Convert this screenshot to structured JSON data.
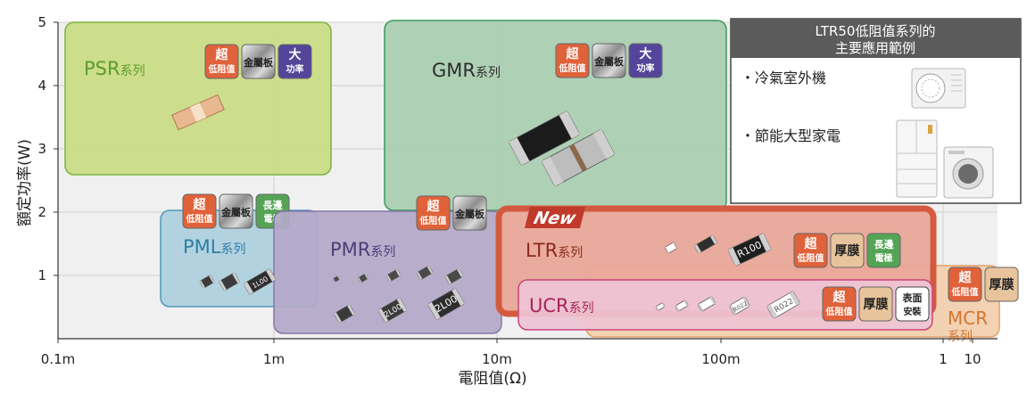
{
  "chart_data": {
    "type": "other",
    "x_axis": {
      "label": "電阻值(Ω)",
      "scale": "log",
      "ticks": [
        "0.1m",
        "1m",
        "10m",
        "100m",
        "1",
        "10"
      ]
    },
    "y_axis": {
      "label": "額定功率(W)",
      "ticks": [
        "1",
        "2",
        "3",
        "4",
        "5"
      ],
      "range": [
        0,
        5
      ]
    },
    "grid": true,
    "zones": [
      {
        "id": "psr",
        "name": "PSR",
        "suffix": "系列",
        "fill": "#c9dc84",
        "stroke": "#7cb342",
        "text_color": "#5d9c2c",
        "badges": [
          {
            "lines": [
              "超",
              "低阻值"
            ],
            "color": "#e0623a"
          },
          {
            "lines": [
              "金屬板"
            ],
            "color": "metal"
          },
          {
            "lines": [
              "大",
              "功率"
            ],
            "color": "#54459a"
          }
        ]
      },
      {
        "id": "gmr",
        "name": "GMR",
        "suffix": "系列",
        "fill": "#a9cdb0",
        "stroke": "#3a9a5a",
        "text_color": "#2d2d2d",
        "badges": [
          {
            "lines": [
              "超",
              "低阻值"
            ],
            "color": "#e0623a"
          },
          {
            "lines": [
              "金屬板"
            ],
            "color": "metal"
          },
          {
            "lines": [
              "大",
              "功率"
            ],
            "color": "#54459a"
          }
        ]
      },
      {
        "id": "pml",
        "name": "PML",
        "suffix": "系列",
        "fill": "#aed0de",
        "stroke": "#4f98b9",
        "text_color": "#2c7fa8",
        "badges": [
          {
            "lines": [
              "超",
              "低阻值"
            ],
            "color": "#e0623a"
          },
          {
            "lines": [
              "金屬板"
            ],
            "color": "metal"
          },
          {
            "lines": [
              "長邊",
              "電極"
            ],
            "color": "#55a455"
          }
        ]
      },
      {
        "id": "pmr",
        "name": "PMR",
        "suffix": "系列",
        "fill": "#b4a9c8",
        "stroke": "#8676aa",
        "text_color": "#4b3e77",
        "badges": [
          {
            "lines": [
              "超",
              "低阻值"
            ],
            "color": "#e0623a"
          },
          {
            "lines": [
              "金屬板"
            ],
            "color": "metal"
          }
        ]
      },
      {
        "id": "ltr",
        "name": "LTR",
        "suffix": "系列",
        "fill": "#e8a698",
        "stroke": "#d45a3f",
        "text_color": "#8a2a1a",
        "new_label": "New",
        "badges": [
          {
            "lines": [
              "超",
              "低阻值"
            ],
            "color": "#e0623a"
          },
          {
            "lines": [
              "厚膜"
            ],
            "color": "#e8c49c"
          },
          {
            "lines": [
              "長邊",
              "電極"
            ],
            "color": "#55a455"
          }
        ],
        "chip_labels": [
          "R100"
        ]
      },
      {
        "id": "ucr",
        "name": "UCR",
        "suffix": "系列",
        "fill": "#eec4d4",
        "stroke": "#c9457a",
        "text_color": "#a8245a",
        "badges": [
          {
            "lines": [
              "超",
              "低阻值"
            ],
            "color": "#e0623a"
          },
          {
            "lines": [
              "厚膜"
            ],
            "color": "#e8c49c"
          },
          {
            "lines": [
              "表面",
              "安裝"
            ],
            "color": "#ffffff"
          }
        ],
        "chip_labels": [
          "R022",
          "R022"
        ]
      },
      {
        "id": "mcr",
        "name": "MCR",
        "suffix": "系列",
        "fill": "#f3cfae",
        "stroke": "#e2a26a",
        "text_color": "#d4752e",
        "badges": [
          {
            "lines": [
              "超",
              "低阻值"
            ],
            "color": "#e0623a"
          },
          {
            "lines": [
              "厚膜"
            ],
            "color": "#e8c49c"
          }
        ]
      }
    ],
    "chip_labels_pml": [
      "1L00"
    ],
    "chip_labels_pmr": [
      "2L00",
      "2L00"
    ],
    "side_panel": {
      "title_lines": [
        "LTR50低阻值系列的",
        "主要應用範例"
      ],
      "items": [
        "・冷氣室外機",
        "・節能大型家電"
      ]
    }
  }
}
